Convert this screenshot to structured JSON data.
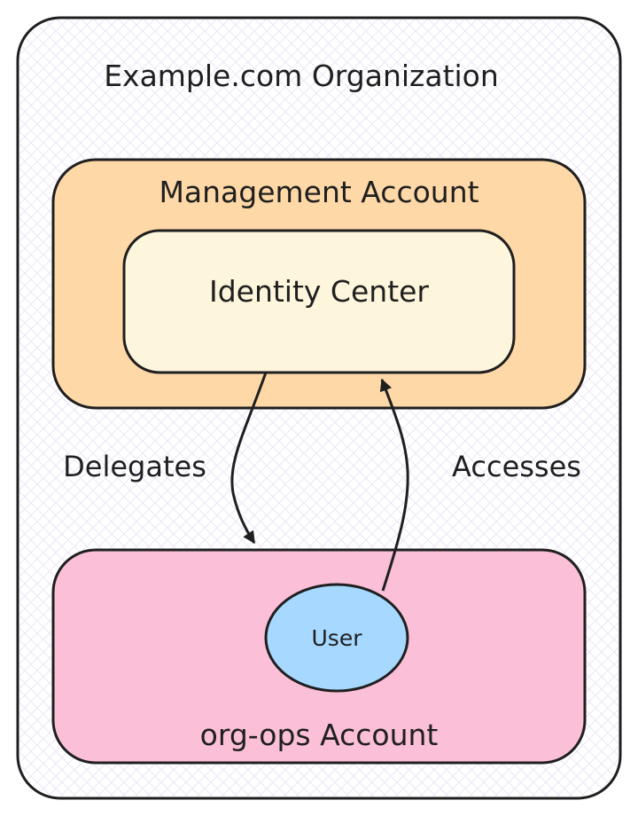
{
  "diagram": {
    "organization": {
      "label": "Example.com Organization"
    },
    "management_account": {
      "label": "Management Account"
    },
    "identity_center": {
      "label": "Identity Center"
    },
    "org_ops_account": {
      "label": "org-ops Account"
    },
    "user": {
      "label": "User"
    },
    "edges": {
      "delegates": {
        "label": "Delegates"
      },
      "accesses": {
        "label": "Accesses"
      }
    }
  },
  "colors": {
    "organization_fill": "#ffffff",
    "organization_pattern": "#ece6f5",
    "management_fill": "#fed8a7",
    "identity_center_fill": "#fdf6dc",
    "org_ops_fill": "#fbc0d8",
    "user_fill": "#a7d8ff",
    "stroke": "#1f1f1f"
  }
}
